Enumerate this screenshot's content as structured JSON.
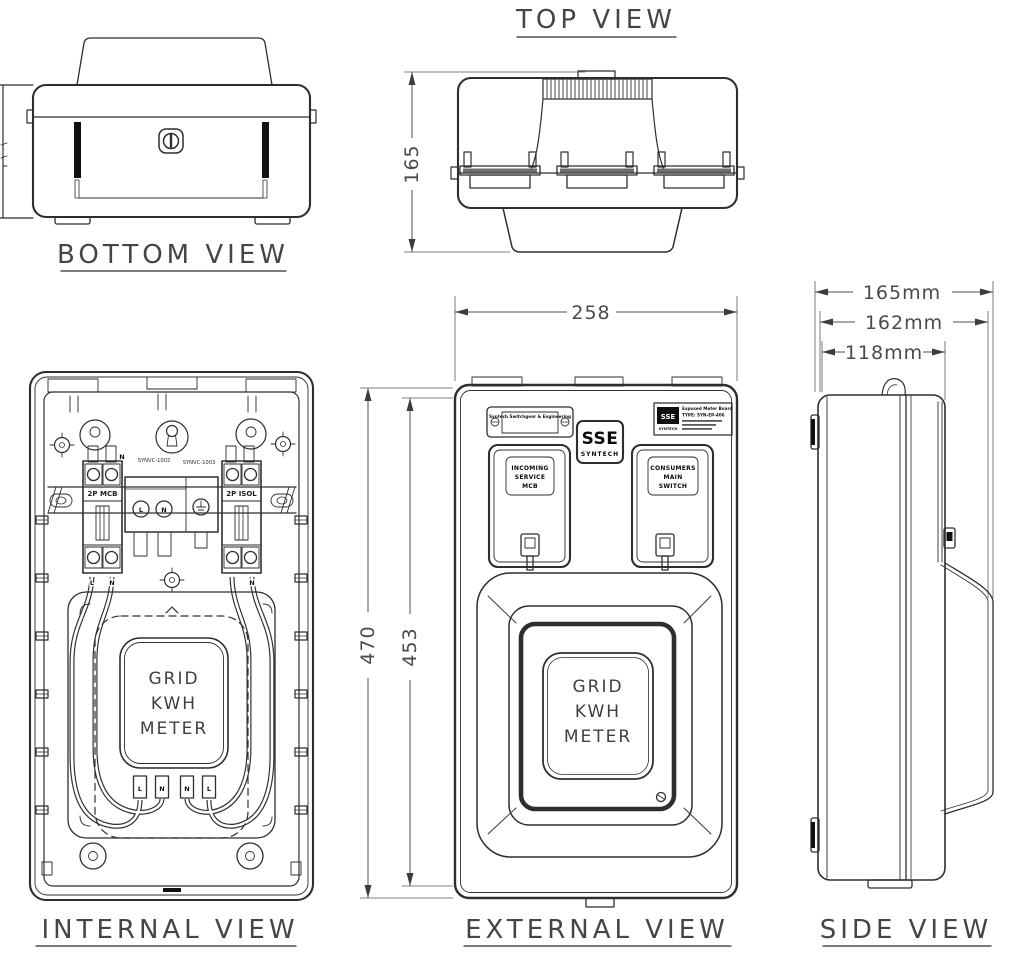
{
  "drawing": {
    "titles": {
      "bottom": "BOTTOM VIEW",
      "top": "TOP VIEW",
      "internal": "INTERNAL VIEW",
      "external": "EXTERNAL VIEW",
      "side": "SIDE VIEW"
    },
    "dimensions": {
      "top_view_height": "165",
      "external_width": "258",
      "external_height_outer": "470",
      "external_height_inner": "453",
      "side_depth_outer": "165mm",
      "side_depth_mid": "162mm",
      "side_depth_front": "118mm"
    },
    "internal": {
      "breaker_left": "2P MCB",
      "breaker_right": "2P ISOL",
      "terminal_left": "SYNVC-1002",
      "terminal_right": "SYNVC-1003",
      "phase_l": "L",
      "phase_n": "N",
      "wire_labels": [
        "L",
        "N",
        "N",
        "L"
      ],
      "meter_lines": [
        "GRID",
        "KWH",
        "METER"
      ]
    },
    "external": {
      "nameplate": "Syntech Switchgear & Engineering",
      "logo_brand": "SSE",
      "logo_sub": "SYNTECH",
      "rating_line1": "Exposed Meter Board",
      "rating_line2": "TYPE: SYN-EP-406",
      "window_left": [
        "INCOMING",
        "SERVICE",
        "MCB"
      ],
      "window_right": [
        "CONSUMERS",
        "MAIN",
        "SWITCH"
      ],
      "meter_lines": [
        "GRID",
        "KWH",
        "METER"
      ]
    },
    "colors": {
      "line": "#2e2e2e",
      "text": "#3d3d3d",
      "black_fill": "#101010",
      "background": "#ffffff"
    }
  }
}
